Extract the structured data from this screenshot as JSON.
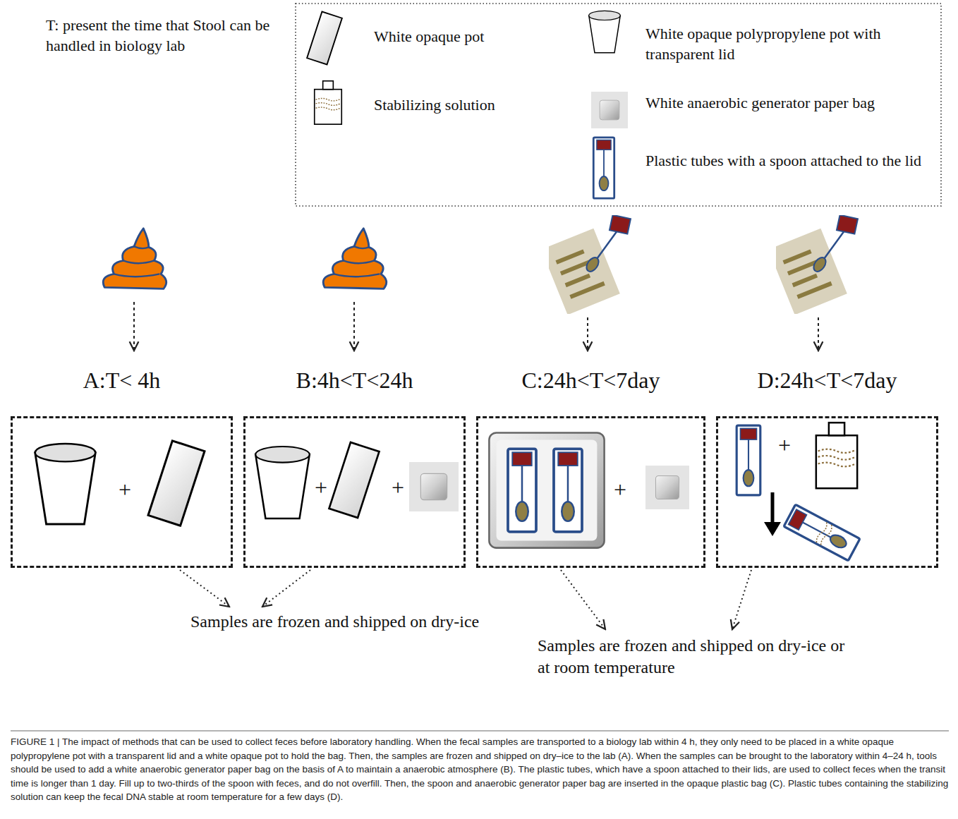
{
  "diagram": {
    "caption": "FIGURE 1 | The impact of methods that can be used to collect feces before laboratory handling. When the fecal samples are transported to a biology lab within 4 h, they only need to be placed in a white opaque polypropylene pot with a transparent lid and a white opaque pot to hold the bag. Then, the samples are frozen and shipped on dry–ice to the lab (A). When the samples can be brought to the laboratory within 4–24 h, tools should be used to add a white anaerobic generator paper bag on the basis of A to maintain a anaerobic atmosphere (B). The plastic tubes, which have a spoon attached to their lids, are used to collect feces when the transit time is longer than 1 day. Fill up to two-thirds of the spoon with feces, and do not overfill. Then, the spoon and anaerobic generator paper bag are inserted in the opaque plastic bag (C). Plastic tubes containing the stabilizing solution can keep the fecal DNA stable at room temperature for a few days (D).",
    "nodes": [
      {
        "text": [
          "A:T< 4h",
          "+"
        ]
      },
      {
        "text": [
          "B:4h<T<24h",
          "+",
          "+"
        ]
      },
      {
        "text": [
          "C:24h<T<7day",
          "+"
        ]
      },
      {
        "text": [
          "D:24h<T<7day",
          "+"
        ]
      }
    ],
    "labels": [
      "T: present the time that Stool can be handled in biology lab",
      "Samples are frozen and shipped on dry-ice",
      "Samples are frozen and shipped on dry-ice or at room temperature"
    ],
    "legend": [
      {
        "text": "White opaque pot"
      },
      {
        "text": "White opaque polypropylene pot with transparent lid"
      },
      {
        "text": "Stabilizing solution"
      },
      {
        "text": "White anaerobic generator paper bag"
      },
      {
        "text": "Plastic tubes with a spoon attached to the lid"
      }
    ]
  }
}
